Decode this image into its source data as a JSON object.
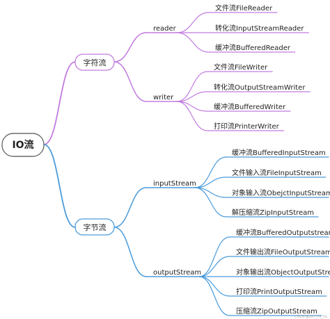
{
  "colors": {
    "purple": "#c27be0",
    "blue": "#4a9bdb",
    "root_border": "#6b6b6b"
  },
  "root": {
    "label": "IO流"
  },
  "char_stream": {
    "label": "字符流",
    "reader": {
      "label": "reader",
      "children": [
        "文件流FileReader",
        "转化流InputStreamReader",
        "缓冲流BufferedReader"
      ]
    },
    "writer": {
      "label": "writer",
      "children": [
        "文件流FileWriter",
        "转化流OutputStreamWriter",
        "缓冲流BufferedWriter",
        "打印流PrinterWriter"
      ]
    }
  },
  "byte_stream": {
    "label": "字节流",
    "input": {
      "label": "inputStream",
      "children": [
        "缓冲流BufferedInputStream",
        "文件输入流FileInputStream",
        "对象输入流ObejctInputStream",
        "解压缩流ZipInputStream"
      ]
    },
    "output": {
      "label": "outputStream",
      "children": [
        "缓冲流BufferedOutputstream",
        "文件输出流FileOutputStream",
        "对象输出流ObjectOutputStream",
        "打印流PrintOutputStream",
        "压缩流ZipOutputStream"
      ]
    }
  },
  "watermark": "CSDN @zen_na_ha"
}
